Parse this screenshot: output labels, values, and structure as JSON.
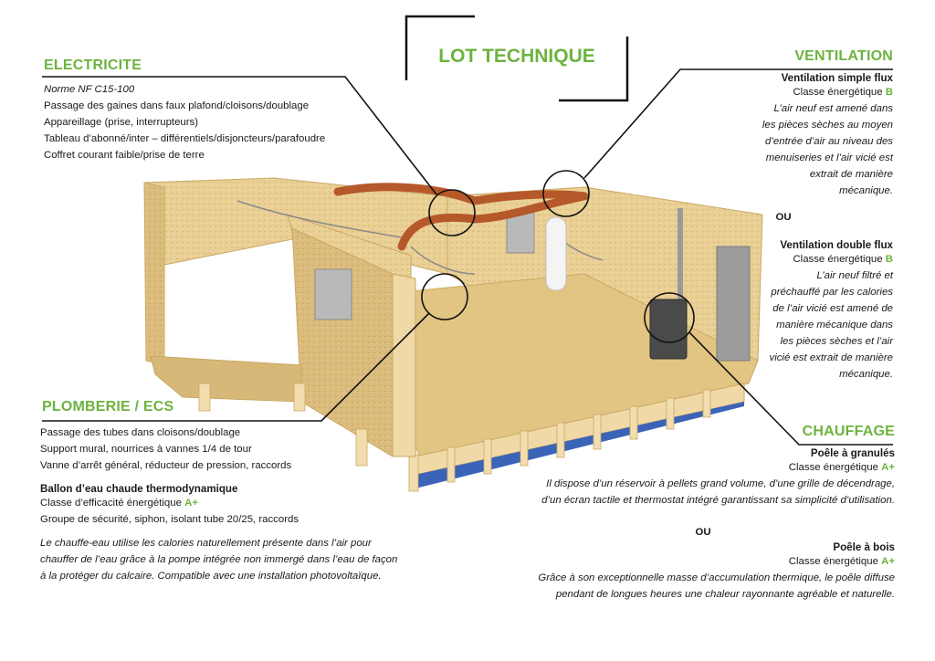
{
  "title": "LOT TECHNIQUE",
  "electricite": {
    "title": "ELECTRICITE",
    "norm": "Norme NF C15-100",
    "items": [
      "Passage des gaines dans faux plafond/cloisons/doublage",
      "Appareillage (prise, interrupteurs)",
      "Tableau d’abonné/inter – différentiels/disjoncteurs/parafoudre",
      "Coffret courant faible/prise de terre"
    ]
  },
  "plomberie": {
    "title": "PLOMBERIE / ECS",
    "items": [
      "Passage des tubes dans cloisons/doublage",
      "Support mural, nourrices à vannes 1/4 de tour",
      "Vanne d’arrêt général, réducteur de pression, raccords"
    ],
    "ballon_title": "Ballon d’eau chaude thermodynamique",
    "ballon_class_label": "Classe d’efficacité énergétique ",
    "ballon_class_value": "A+",
    "ballon_items": "Groupe de sécurité, siphon, isolant tube 20/25, raccords",
    "ballon_desc": [
      "Le chauffe-eau utilise les calories naturellement présente dans l’air pour",
      "chauffer de l’eau grâce à la pompe intégrée non immergé dans l’eau de façon",
      "à la protéger du calcaire. Compatible avec une installation photovoltaïque."
    ]
  },
  "ventilation": {
    "title": "VENTILATION",
    "simple_title": "Ventilation simple flux",
    "simple_class_label": "Classe énergétique ",
    "simple_class_value": "B",
    "simple_desc": [
      "L’air neuf est amené dans",
      "les pièces sèches au moyen",
      "d’entrée d’air au niveau des",
      "menuiseries et l’air vicié est",
      "extrait de manière",
      "mécanique."
    ],
    "ou": "OU",
    "double_title": "Ventilation double flux",
    "double_class_label": "Classe énergétique ",
    "double_class_value": "B",
    "double_desc": [
      "L’air neuf filtré et",
      "préchauffé par les calories",
      "de l’air vicié est amené de",
      "manière mécanique dans",
      "les pièces sèches  et l’air",
      "vicié est extrait de manière",
      "mécanique."
    ]
  },
  "chauffage": {
    "title": "CHAUFFAGE",
    "granules_title": "Poêle à granulés",
    "granules_class_label": "Classe énergétique ",
    "granules_class_value": "A+",
    "granules_desc": [
      "Il dispose d’un réservoir à pellets grand volume, d’une grille de décendrage,",
      "d’un écran tactile et thermostat intégré garantissant sa simplicité d’utilisation."
    ],
    "ou": "OU",
    "bois_title": "Poêle à bois",
    "bois_class_label": "Classe énergétique ",
    "bois_class_value": "A+",
    "bois_desc": [
      "Grâce à son exceptionnelle masse d’accumulation thermique, le poêle diffuse",
      "pendant de longues heures une chaleur rayonnante agréable et naturelle."
    ]
  },
  "colors": {
    "accent_green": "#6db33f",
    "wood": "#e6c88a",
    "insulation_blue": "#3b64b8",
    "duct_orange": "#b5592a"
  }
}
